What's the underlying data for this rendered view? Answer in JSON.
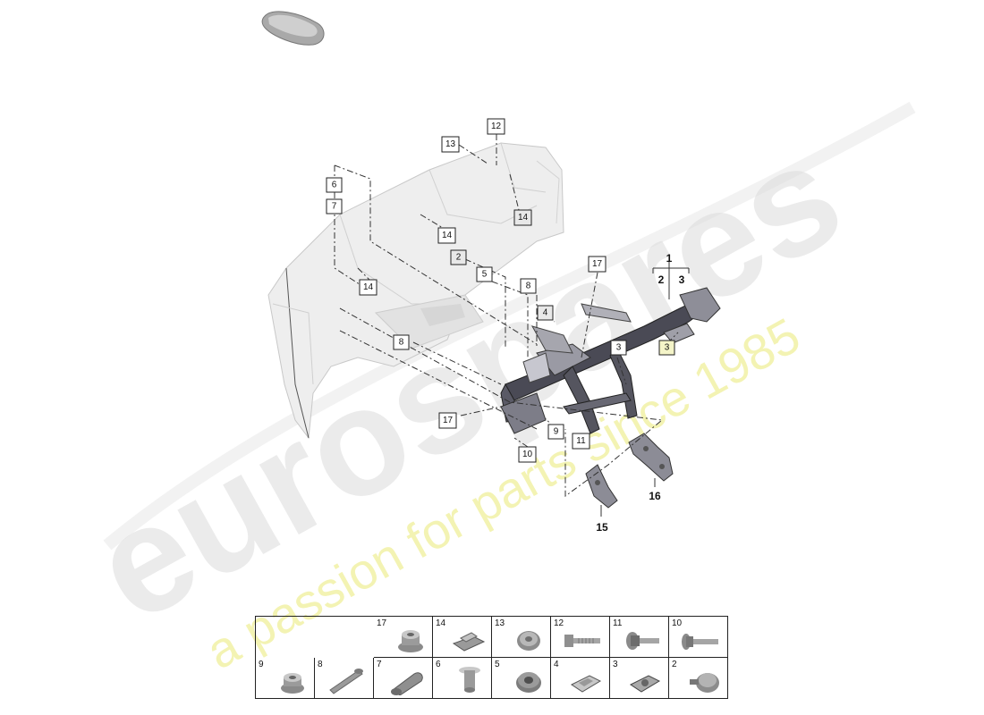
{
  "watermark": {
    "brand": "eurospares",
    "slogan": "a passion for parts since 1985"
  },
  "callouts": {
    "c12": "12",
    "c13": "13",
    "c6": "6",
    "c7": "7",
    "c14a": "14",
    "c14b": "14",
    "c14c": "14",
    "c2": "2",
    "c5": "5",
    "c17a": "17",
    "c8a": "8",
    "c4": "4",
    "c8b": "8",
    "c3a": "3",
    "c3b": "3",
    "c17b": "17",
    "c9": "9",
    "c11": "11",
    "c10": "10"
  },
  "assembly_labels": {
    "main": "1",
    "sub_left": "2",
    "sub_right": "3",
    "bracket_a": "15",
    "bracket_b": "16"
  },
  "parts_table": {
    "top_row": [
      {
        "num": "17",
        "icon": "flange-nut-icon"
      },
      {
        "num": "14",
        "icon": "clip-nut-icon"
      },
      {
        "num": "13",
        "icon": "grommet-icon"
      },
      {
        "num": "12",
        "icon": "long-bolt-icon"
      },
      {
        "num": "11",
        "icon": "flange-bolt-icon"
      },
      {
        "num": "10",
        "icon": "hex-bolt-icon"
      }
    ],
    "bottom_row": [
      {
        "num": "9",
        "icon": "hex-nut-icon"
      },
      {
        "num": "8",
        "icon": "stud-bolt-icon"
      },
      {
        "num": "7",
        "icon": "sleeve-icon"
      },
      {
        "num": "6",
        "icon": "spacer-bushing-icon"
      },
      {
        "num": "5",
        "icon": "rubber-ring-icon"
      },
      {
        "num": "4",
        "icon": "speed-nut-icon"
      },
      {
        "num": "3",
        "icon": "cage-nut-icon"
      },
      {
        "num": "2",
        "icon": "flanged-nut-icon"
      }
    ]
  }
}
